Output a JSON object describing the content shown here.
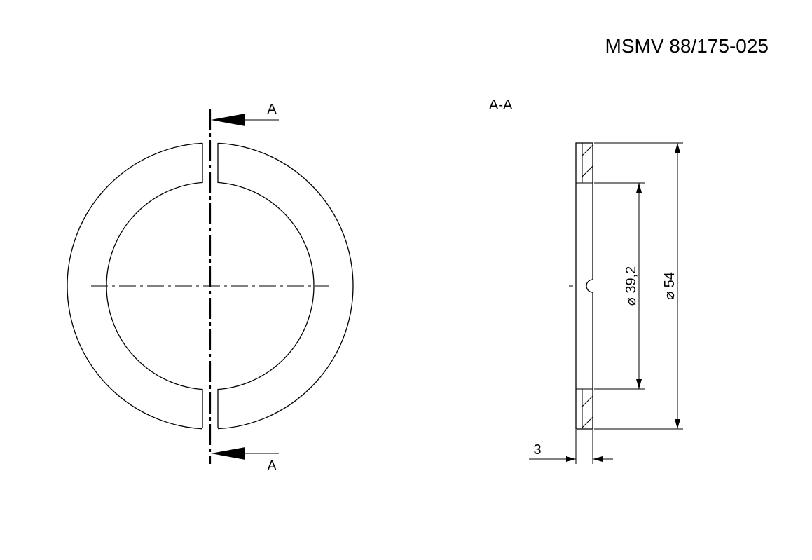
{
  "drawing": {
    "part_number": "MSMV 88/175-025",
    "section_mark_top": "A",
    "section_mark_bottom": "A",
    "section_view_title": "A-A",
    "dimensions": {
      "inner_diameter": "39,2",
      "outer_diameter": "54",
      "thickness": "3",
      "diameter_symbol": "⌀"
    }
  }
}
